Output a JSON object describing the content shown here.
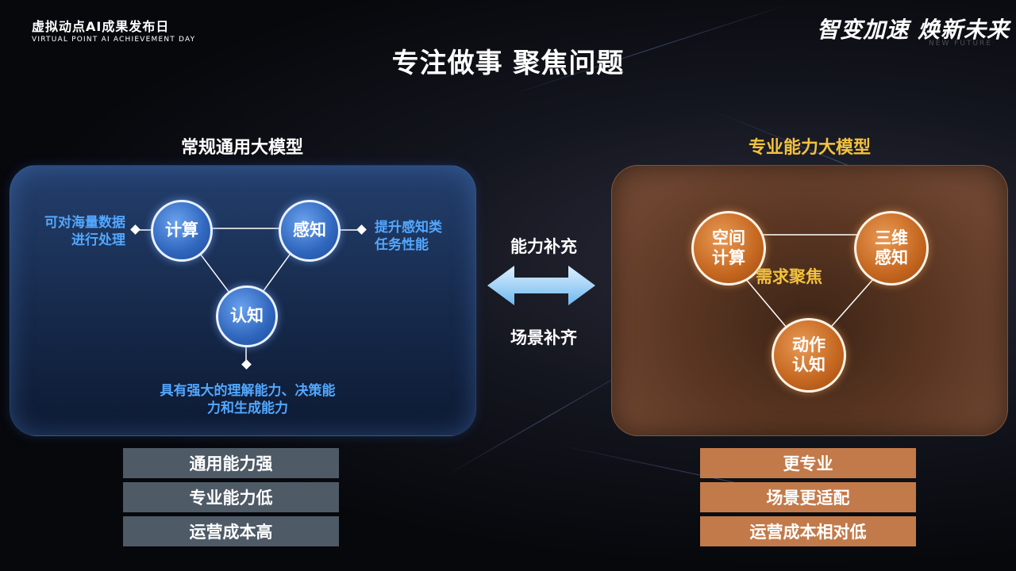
{
  "header": {
    "brand_title": "虚拟动点AI成果发布日",
    "brand_subtitle": "VIRTUAL POINT AI ACHIEVEMENT DAY",
    "slogan": "智变加速 焕新未来",
    "slogan_ghost": "NEW FUTURE"
  },
  "main_title": "专注做事 聚焦问题",
  "left": {
    "title": "常规通用大模型",
    "nodes": [
      "计算",
      "感知",
      "认知"
    ],
    "desc_top_left": "可对海量数据\n进行处理",
    "desc_top_right": "提升感知类\n任务性能",
    "desc_bottom": "具有强大的理解能力、决策能\n力和生成能力",
    "bars": [
      "通用能力强",
      "专业能力低",
      "运营成本高"
    ]
  },
  "right": {
    "title": "专业能力大模型",
    "nodes": [
      "空间\n计算",
      "三维\n感知",
      "动作\n认知"
    ],
    "center_label": "需求聚焦",
    "bars": [
      "更专业",
      "场景更适配",
      "运营成本相对低"
    ]
  },
  "middle": {
    "top_label": "能力补充",
    "bottom_label": "场景补齐"
  },
  "colors": {
    "accent_blue": "#52a7ff",
    "accent_gold": "#f3c23d",
    "bar_gray": "#4e5a66",
    "bar_orange": "#c27a4a"
  }
}
